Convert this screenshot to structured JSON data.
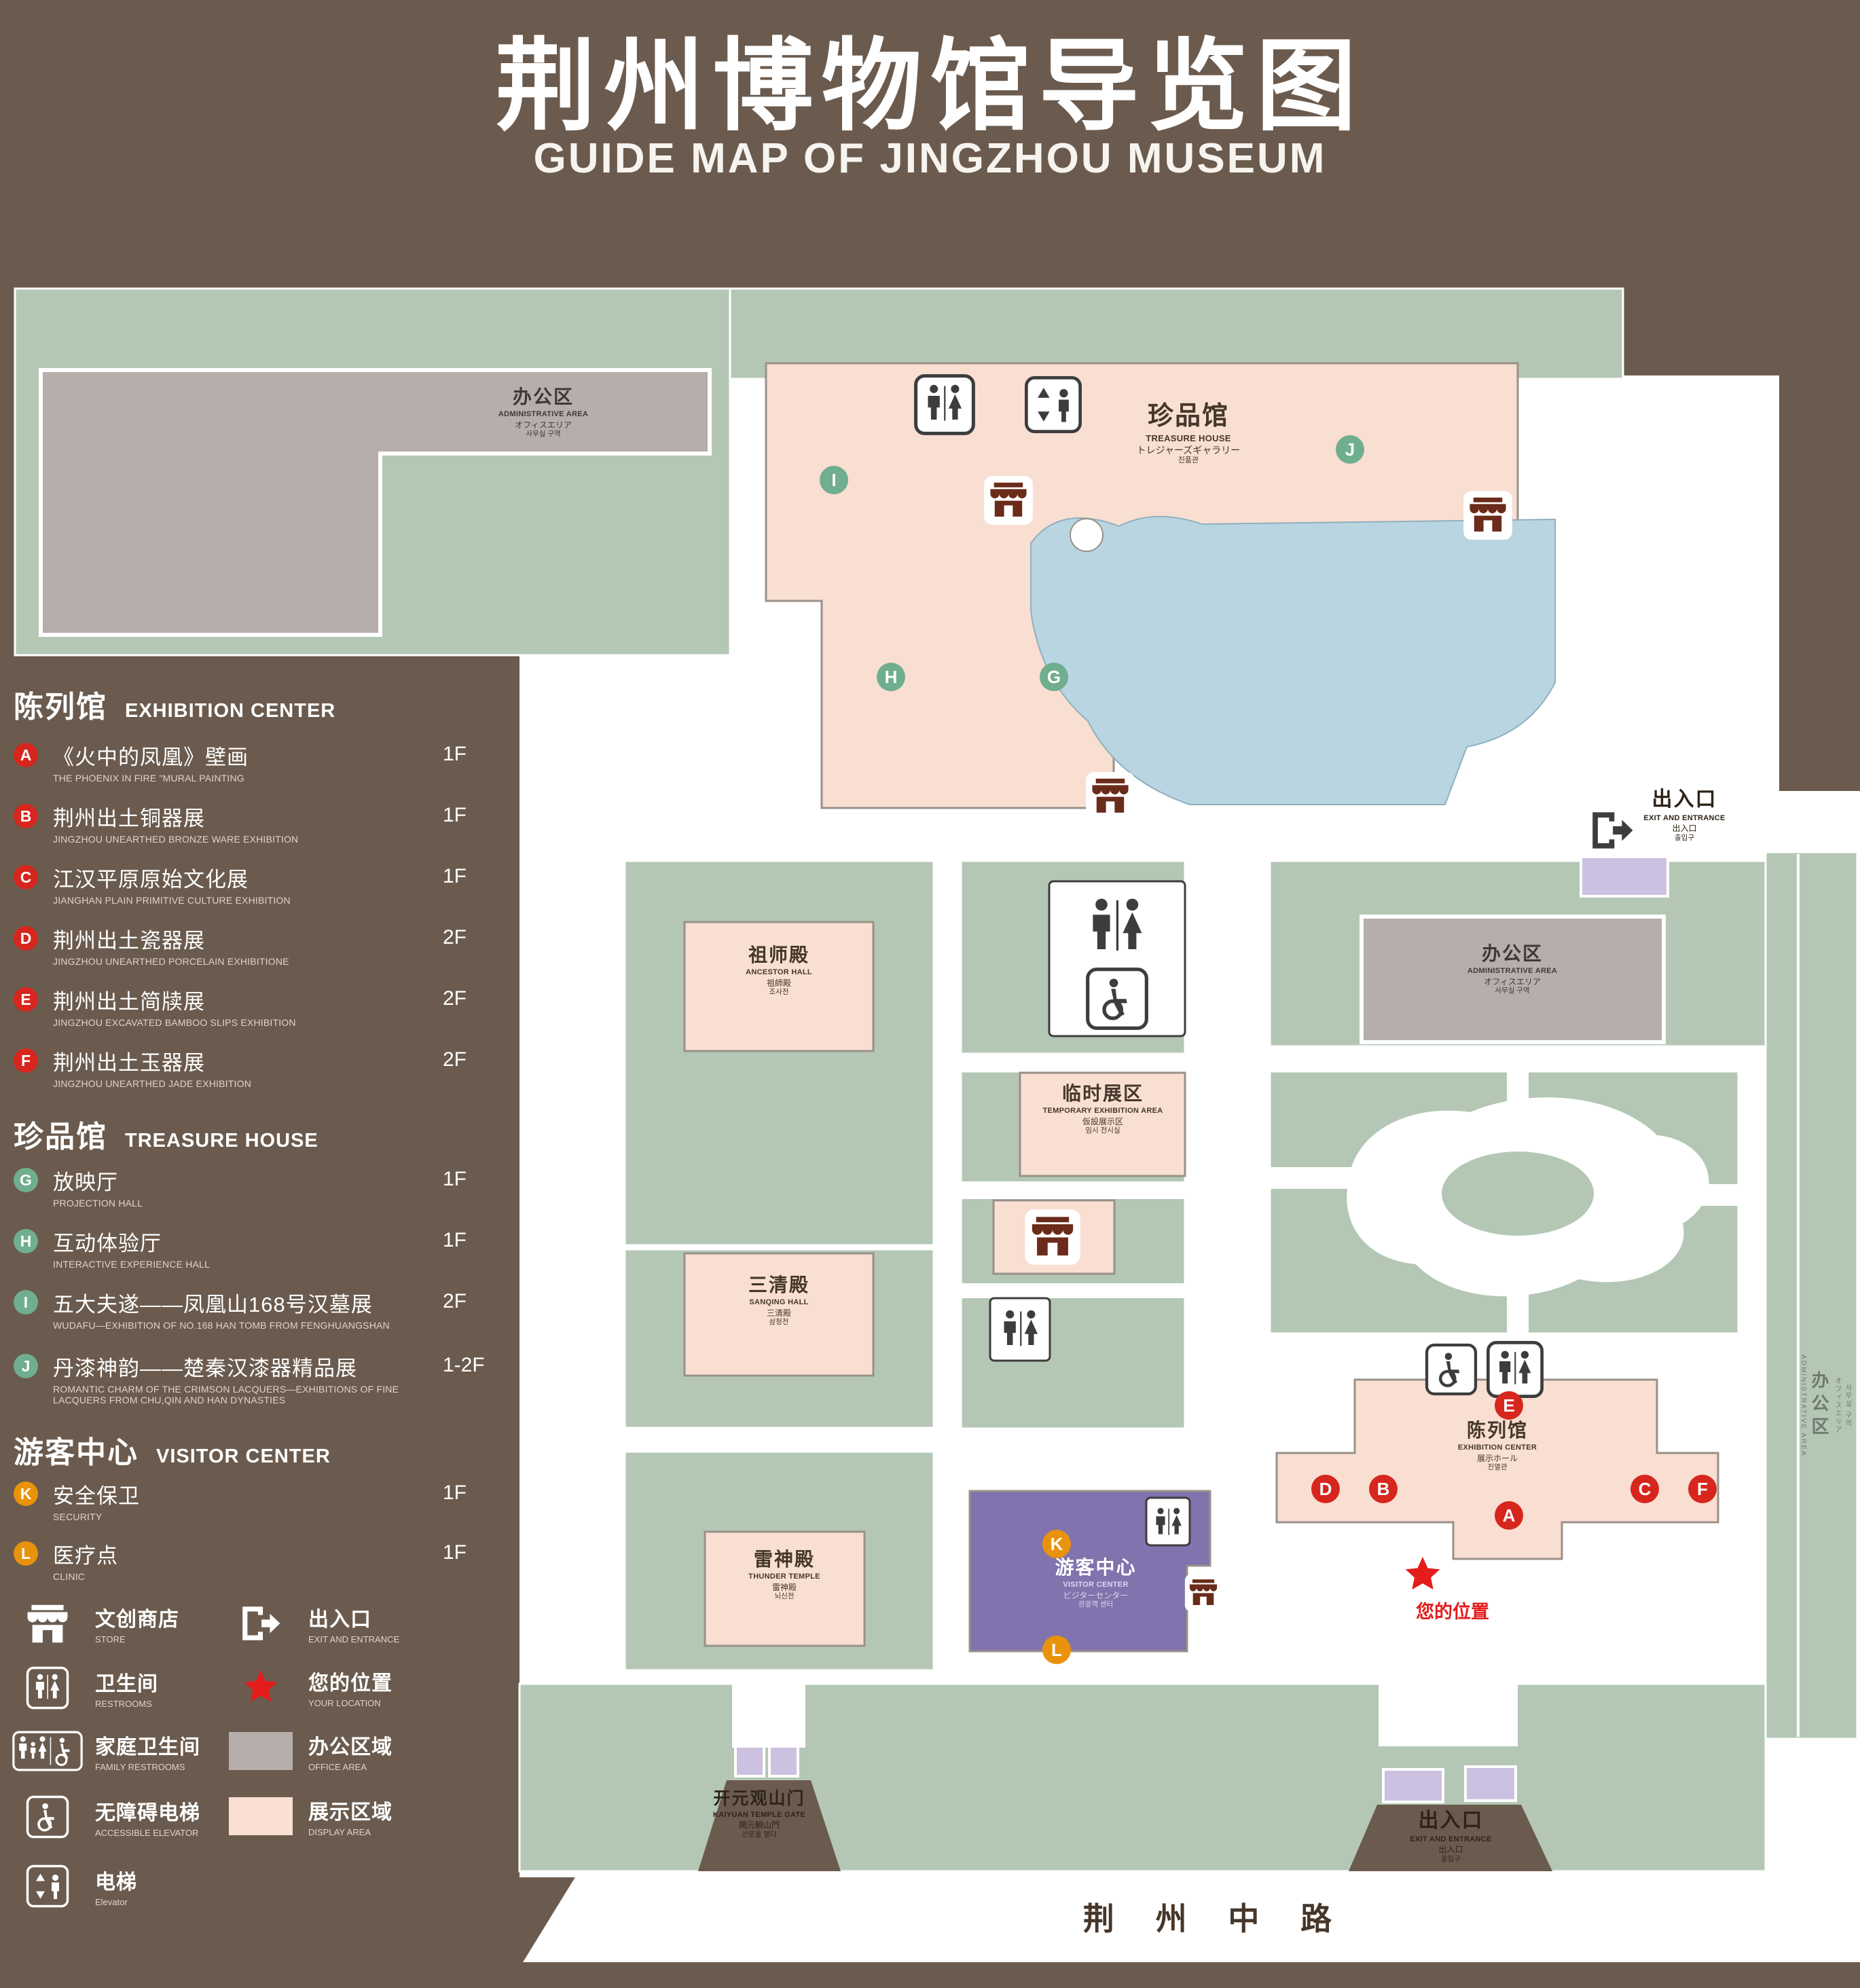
{
  "header": {
    "title_cn": "荆州博物馆导览图",
    "title_en": "GUIDE MAP OF JINGZHOU MUSEUM"
  },
  "colors": {
    "background": "#6b5b4e",
    "green_area": "#b4c7b5",
    "display_area": "#f9ded2",
    "office_area": "#b6aeab",
    "visitor_center": "#8173ad",
    "pond": "#b9d5e2",
    "marker_red": "#d6261d",
    "marker_green": "#6fae8e",
    "marker_orange": "#e9920b",
    "location_red": "#e41c1c"
  },
  "sidebar": {
    "sections": [
      {
        "cn": "陈列馆",
        "en": "EXHIBITION CENTER",
        "items": [
          {
            "letter": "A",
            "cn": "《火中的凤凰》壁画",
            "en": "THE PHOENIX IN FIRE \"MURAL PAINTING",
            "floor": "1F"
          },
          {
            "letter": "B",
            "cn": "荆州出土铜器展",
            "en": "JINGZHOU UNEARTHED BRONZE WARE EXHIBITION",
            "floor": "1F"
          },
          {
            "letter": "C",
            "cn": "江汉平原原始文化展",
            "en": "JIANGHAN PLAIN PRIMITIVE CULTURE EXHIBITION",
            "floor": "1F"
          },
          {
            "letter": "D",
            "cn": "荆州出土瓷器展",
            "en": "JINGZHOU UNEARTHED PORCELAIN EXHIBITIONE",
            "floor": "2F"
          },
          {
            "letter": "E",
            "cn": "荆州出土简牍展",
            "en": "JINGZHOU EXCAVATED BAMBOO SLIPS EXHIBITION",
            "floor": "2F"
          },
          {
            "letter": "F",
            "cn": "荆州出土玉器展",
            "en": "JINGZHOU UNEARTHED JADE EXHIBITION",
            "floor": "2F"
          }
        ]
      },
      {
        "cn": "珍品馆",
        "en": "TREASURE HOUSE",
        "items": [
          {
            "letter": "G",
            "cn": "放映厅",
            "en": "PROJECTION HALL",
            "floor": "1F"
          },
          {
            "letter": "H",
            "cn": "互动体验厅",
            "en": "INTERACTIVE EXPERIENCE HALL",
            "floor": "1F"
          },
          {
            "letter": "I",
            "cn": "五大夫遂——凤凰山168号汉墓展",
            "en": "WUDAFU—EXHIBITION OF NO.168 HAN TOMB FROM FENGHUANGSHAN",
            "floor": "2F"
          },
          {
            "letter": "J",
            "cn": "丹漆神韵——楚秦汉漆器精品展",
            "en": "ROMANTIC CHARM OF THE CRIMSON LACQUERS—EXHIBITIONS OF FINE LACQUERS FROM CHU,QIN AND HAN DYNASTIES",
            "floor": "1-2F"
          }
        ]
      },
      {
        "cn": "游客中心",
        "en": "VISITOR CENTER",
        "items": [
          {
            "letter": "K",
            "cn": "安全保卫",
            "en": "SECURITY",
            "floor": "1F"
          },
          {
            "letter": "L",
            "cn": "医疗点",
            "en": "CLINIC",
            "floor": "1F"
          }
        ]
      }
    ],
    "legend": [
      {
        "cn": "文创商店",
        "en": "STORE"
      },
      {
        "cn": "出入口",
        "en": "EXIT AND ENTRANCE"
      },
      {
        "cn": "卫生间",
        "en": "RESTROOMS"
      },
      {
        "cn": "您的位置",
        "en": "YOUR LOCATION"
      },
      {
        "cn": "家庭卫生间",
        "en": "FAMILY RESTROOMS"
      },
      {
        "cn": "办公区域",
        "en": "OFFICE AREA"
      },
      {
        "cn": "无障碍电梯",
        "en": "ACCESSIBLE ELEVATOR"
      },
      {
        "cn": "展示区域",
        "en": "DISPLAY AREA"
      },
      {
        "cn": "电梯",
        "en": "Elevator"
      }
    ]
  },
  "map": {
    "admin_nw": {
      "cn": "办公区",
      "en": "ADMINISTRATIVE AREA",
      "jp": "オフィスエリア",
      "kr": "사무실 구역"
    },
    "treasure": {
      "cn": "珍品馆",
      "en": "TREASURE HOUSE",
      "jp": "トレジャーズギャラリー",
      "kr": "진품관"
    },
    "exit_ne": {
      "cn": "出入口",
      "en": "EXIT AND ENTRANCE",
      "jp": "出入口",
      "kr": "출입구"
    },
    "admin_mid": {
      "cn": "办公区",
      "en": "ADMINISTRATIVE AREA",
      "jp": "オフィスエリア",
      "kr": "사무실 구역"
    },
    "ancestor": {
      "cn": "祖师殿",
      "en": "ANCESTOR HALL",
      "jp": "祖師殿",
      "kr": "조사전"
    },
    "temporary": {
      "cn": "临时展区",
      "en": "TEMPORARY EXHIBITION AREA",
      "jp": "仮設展示区",
      "kr": "임시 전시실"
    },
    "sanqing": {
      "cn": "三清殿",
      "en": "SANQING HALL",
      "jp": "三清殿",
      "kr": "삼청전"
    },
    "thunder": {
      "cn": "雷神殿",
      "en": "THUNDER TEMPLE",
      "jp": "雷神殿",
      "kr": "뇌신전"
    },
    "visitor": {
      "cn": "游客中心",
      "en": "VISITOR CENTER",
      "jp": "ビジターセンター",
      "kr": "관광객 센터"
    },
    "exhibition": {
      "cn": "陈列馆",
      "en": "EXHIBITION CENTER",
      "jp": "展示ホール",
      "kr": "진열관"
    },
    "gate": {
      "cn": "开元观山门",
      "en": "KAIYUAN TEMPLE GATE",
      "jp": "開元観山門",
      "kr": "산문을 열다"
    },
    "exit_s": {
      "cn": "出入口",
      "en": "EXIT AND ENTRANCE",
      "jp": "出入口",
      "kr": "출입구"
    },
    "admin_strip": {
      "cn": "办公区",
      "en": "ADMINISTRATIVE AREA",
      "jp": "オフィスエリア",
      "kr": "사무실 구역"
    },
    "your_location": "您的位置",
    "road": "荆 州 中 路",
    "markers": {
      "a": "A",
      "b": "B",
      "c": "C",
      "d": "D",
      "e": "E",
      "f": "F",
      "g": "G",
      "h": "H",
      "i": "I",
      "j": "J",
      "k": "K",
      "l": "L"
    }
  }
}
